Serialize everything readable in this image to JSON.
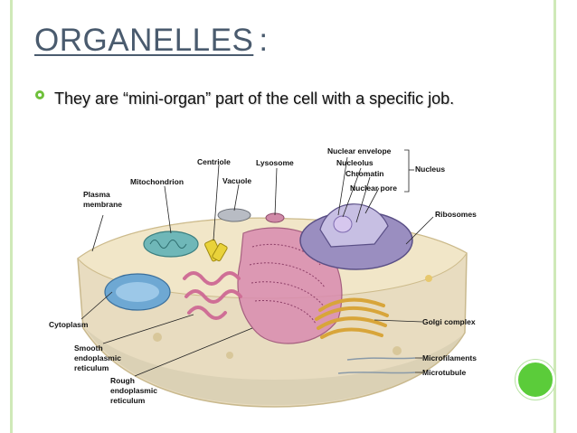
{
  "slide": {
    "title": "ORGANELLES",
    "title_colon": ":",
    "bullet_text": "They are “mini-organ” part of the cell with a specific job.",
    "accent_color": "#6fc03b",
    "title_color": "#4a5b6e",
    "dot_color": "#5bcc3a"
  },
  "diagram": {
    "labels": {
      "nuclear_envelope": "Nuclear envelope",
      "nucleolus": "Nucleolus",
      "chromatin": "Chromatin",
      "nucleus": "Nucleus",
      "nuclear_pore": "Nuclear pore",
      "centriole": "Centriole",
      "lysosome": "Lysosome",
      "mitochondrion": "Mitochondrion",
      "vacuole": "Vacuole",
      "plasma_membrane_1": "Plasma",
      "plasma_membrane_2": "membrane",
      "ribosomes": "Ribosomes",
      "cytoplasm": "Cytoplasm",
      "golgi_complex": "Golgi complex",
      "smooth_er_1": "Smooth",
      "smooth_er_2": "endoplasmic",
      "smooth_er_3": "reticulum",
      "rough_er_1": "Rough",
      "rough_er_2": "endoplasmic",
      "rough_er_3": "reticulum",
      "microfilaments": "Microfilaments",
      "microtubule": "Microtubule"
    }
  }
}
